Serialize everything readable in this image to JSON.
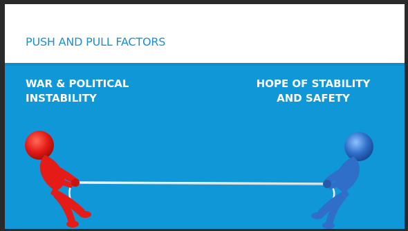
{
  "slide": {
    "title": "PUSH AND PULL FACTORS",
    "push_factor": "WAR & POLITICAL\nINSTABILITY",
    "pull_factor": "HOPE OF STABILITY\nAND SAFETY"
  },
  "illustration": {
    "name": "tug-of-war",
    "left_figure_color": "#e41b17",
    "right_figure_color": "#2f6fc9",
    "rope_color": "#f2f2f2"
  },
  "colors": {
    "background": "#0f97d8",
    "title_band": "#ffffff",
    "title_text": "#1b8fd2",
    "frame": "#2a2a2a"
  }
}
